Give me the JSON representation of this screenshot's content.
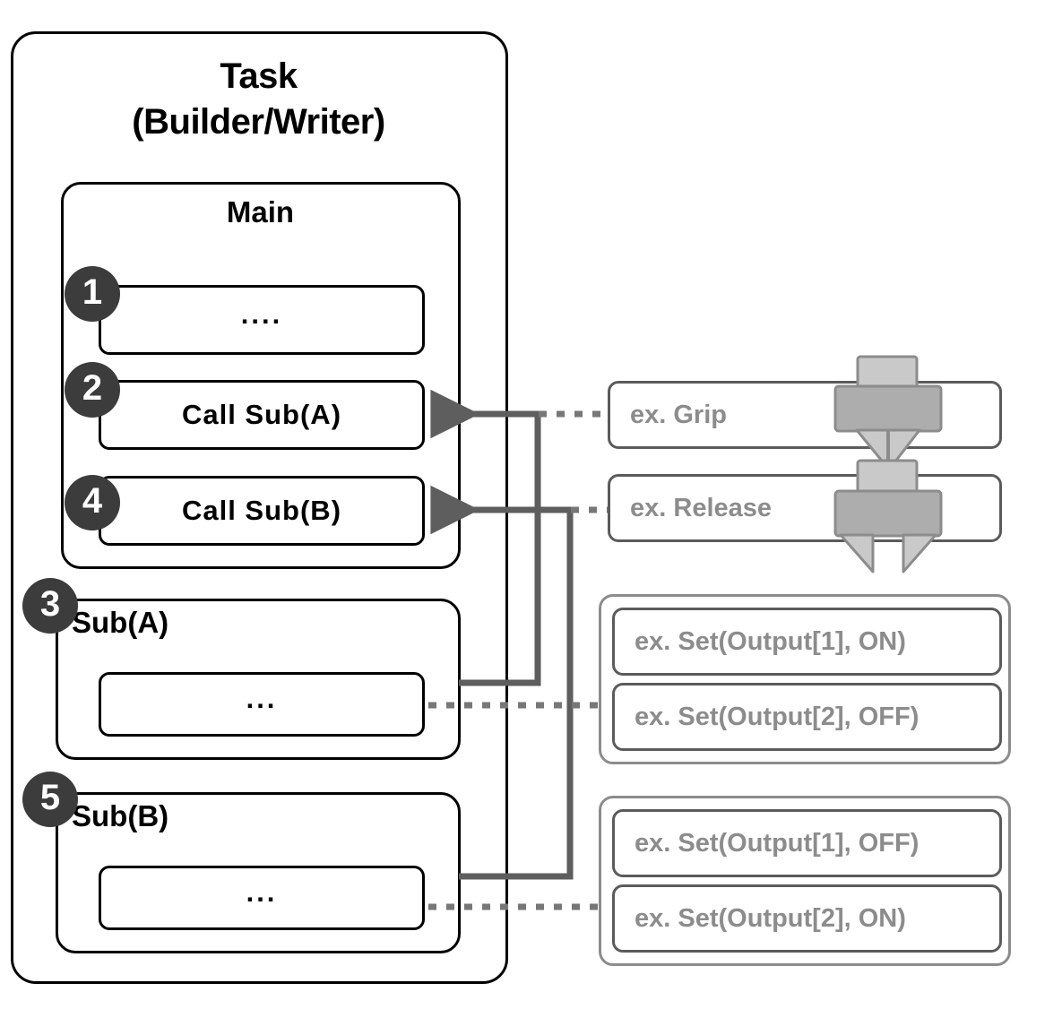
{
  "diagram": {
    "type": "flow-structure",
    "task": {
      "title_line1": "Task",
      "title_line2": "(Builder/Writer)"
    },
    "main": {
      "title": "Main",
      "steps": [
        {
          "badge": "1",
          "label": "...."
        },
        {
          "badge": "2",
          "label": "Call Sub(A)"
        },
        {
          "badge": "4",
          "label": "Call Sub(B)"
        }
      ]
    },
    "subroutines": [
      {
        "badge": "3",
        "title": "Sub(A)",
        "body": "..."
      },
      {
        "badge": "5",
        "title": "Sub(B)",
        "body": "..."
      }
    ],
    "examples": {
      "motion": [
        {
          "label": "ex. Grip",
          "icon": "gripper-closed-icon"
        },
        {
          "label": "ex. Release",
          "icon": "gripper-open-icon"
        }
      ],
      "group_a": [
        {
          "label": "ex. Set(Output[1], ON)"
        },
        {
          "label": "ex. Set(Output[2], OFF)"
        }
      ],
      "group_b": [
        {
          "label": "ex. Set(Output[1], OFF)"
        },
        {
          "label": "ex. Set(Output[2], ON)"
        }
      ]
    },
    "colors": {
      "outline_black": "#000000",
      "badge_fill": "#3c3c3c",
      "badge_text": "#ffffff",
      "gray_box_border": "#5b5b5b",
      "gray_box_text": "#8c8c8c",
      "connector": "#5e5e5e",
      "gripper_light": "#c9c9c9",
      "gripper_dark": "#adadad"
    }
  }
}
